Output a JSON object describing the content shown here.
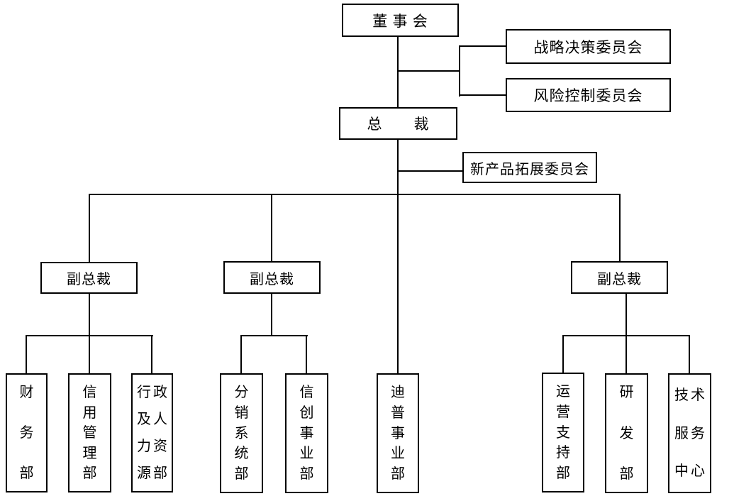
{
  "diagram": {
    "type": "org-chart",
    "colors": {
      "stroke": "#000000",
      "background": "#ffffff",
      "text": "#000000"
    },
    "nodes": {
      "board": {
        "label": "董 事 会"
      },
      "strategic_committee": {
        "label": "战略决策委员会"
      },
      "risk_committee": {
        "label": "风险控制委员会"
      },
      "president": {
        "label": "总　　裁"
      },
      "new_product_committee": {
        "label": "新产品拓展委员会"
      },
      "vp_left": {
        "label": "副总裁"
      },
      "vp_middle": {
        "label": "副总裁"
      },
      "vp_right": {
        "label": "副总裁"
      },
      "finance_dept": {
        "label": "财务部",
        "lines": [
          "财",
          "务",
          "部"
        ]
      },
      "credit_management_dept": {
        "label": "信用管理部",
        "lines": [
          "信",
          "用",
          "管",
          "理",
          "部"
        ]
      },
      "admin_hr_dept": {
        "label": "行政及人力资源部",
        "lines": [
          "行政",
          "及人",
          "力资",
          "源部"
        ]
      },
      "distribution_system_dept": {
        "label": "分销系统部",
        "lines": [
          "分",
          "销",
          "系",
          "统",
          "部"
        ]
      },
      "xinchuang_business_dept": {
        "label": "信创事业部",
        "lines": [
          "信",
          "创",
          "事",
          "业",
          "部"
        ]
      },
      "dipu_business_dept": {
        "label": "迪普事业部",
        "lines": [
          "迪",
          "普",
          "事",
          "业",
          "部"
        ]
      },
      "operations_support_dept": {
        "label": "运营支持部",
        "lines": [
          "运",
          "营",
          "支",
          "持",
          "部"
        ]
      },
      "rnd_dept": {
        "label": "研发部",
        "lines": [
          "研",
          "发",
          "部"
        ]
      },
      "tech_service_center": {
        "label": "技术服务中心",
        "lines": [
          "技术",
          "服务",
          "中心"
        ]
      }
    }
  }
}
